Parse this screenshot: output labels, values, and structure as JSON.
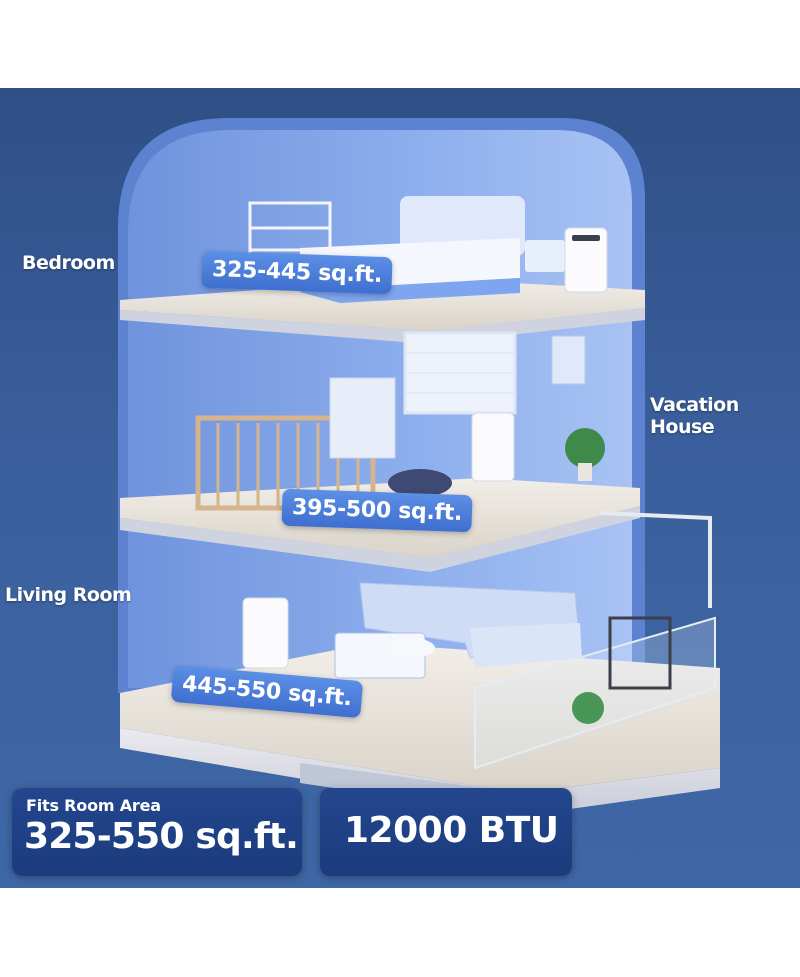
{
  "rooms": {
    "bedroom": {
      "label": "Bedroom",
      "area": "325-445 sq.ft."
    },
    "vacation_house": {
      "label": "Vacation House",
      "area": "395-500 sq.ft."
    },
    "living_room": {
      "label": "Living Room",
      "area": "445-550 sq.ft."
    }
  },
  "summary": {
    "fits_caption": "Fits Room Area",
    "fits_value": "325-550 sq.ft.",
    "btu_value": "12000 BTU"
  },
  "colors": {
    "background": "#3a5f9c",
    "wall": "#7fa3e6",
    "floor": "#e9e4dc",
    "tag": "#4a7edb",
    "panel": "#1f4286"
  },
  "icons": [
    "portable-air-conditioner-icon",
    "bed-icon",
    "crib-icon",
    "sofa-icon",
    "plant-icon"
  ]
}
